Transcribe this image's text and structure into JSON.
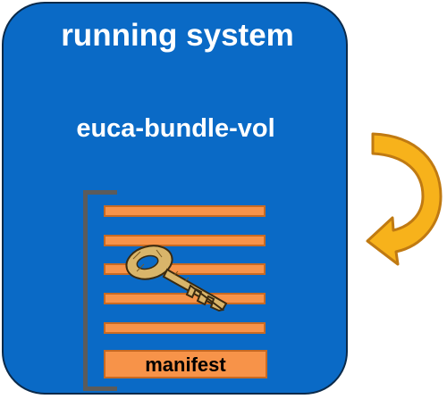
{
  "diagram": {
    "container_title": "running system",
    "command_label": "euca-bundle-vol",
    "chunk_count": 5,
    "manifest_label": "manifest",
    "icons": {
      "key": "key-icon",
      "arrow": "curved-arrow-icon"
    },
    "colors": {
      "container_fill": "#0a6ac6",
      "container_border": "#0b2a4a",
      "chunk_fill": "#f79349",
      "chunk_border": "#c86a22",
      "bracket": "#5b5b5b",
      "arrow_fill": "#f7b21b",
      "arrow_border": "#c07a12",
      "key_fill": "#d9b56a"
    }
  }
}
